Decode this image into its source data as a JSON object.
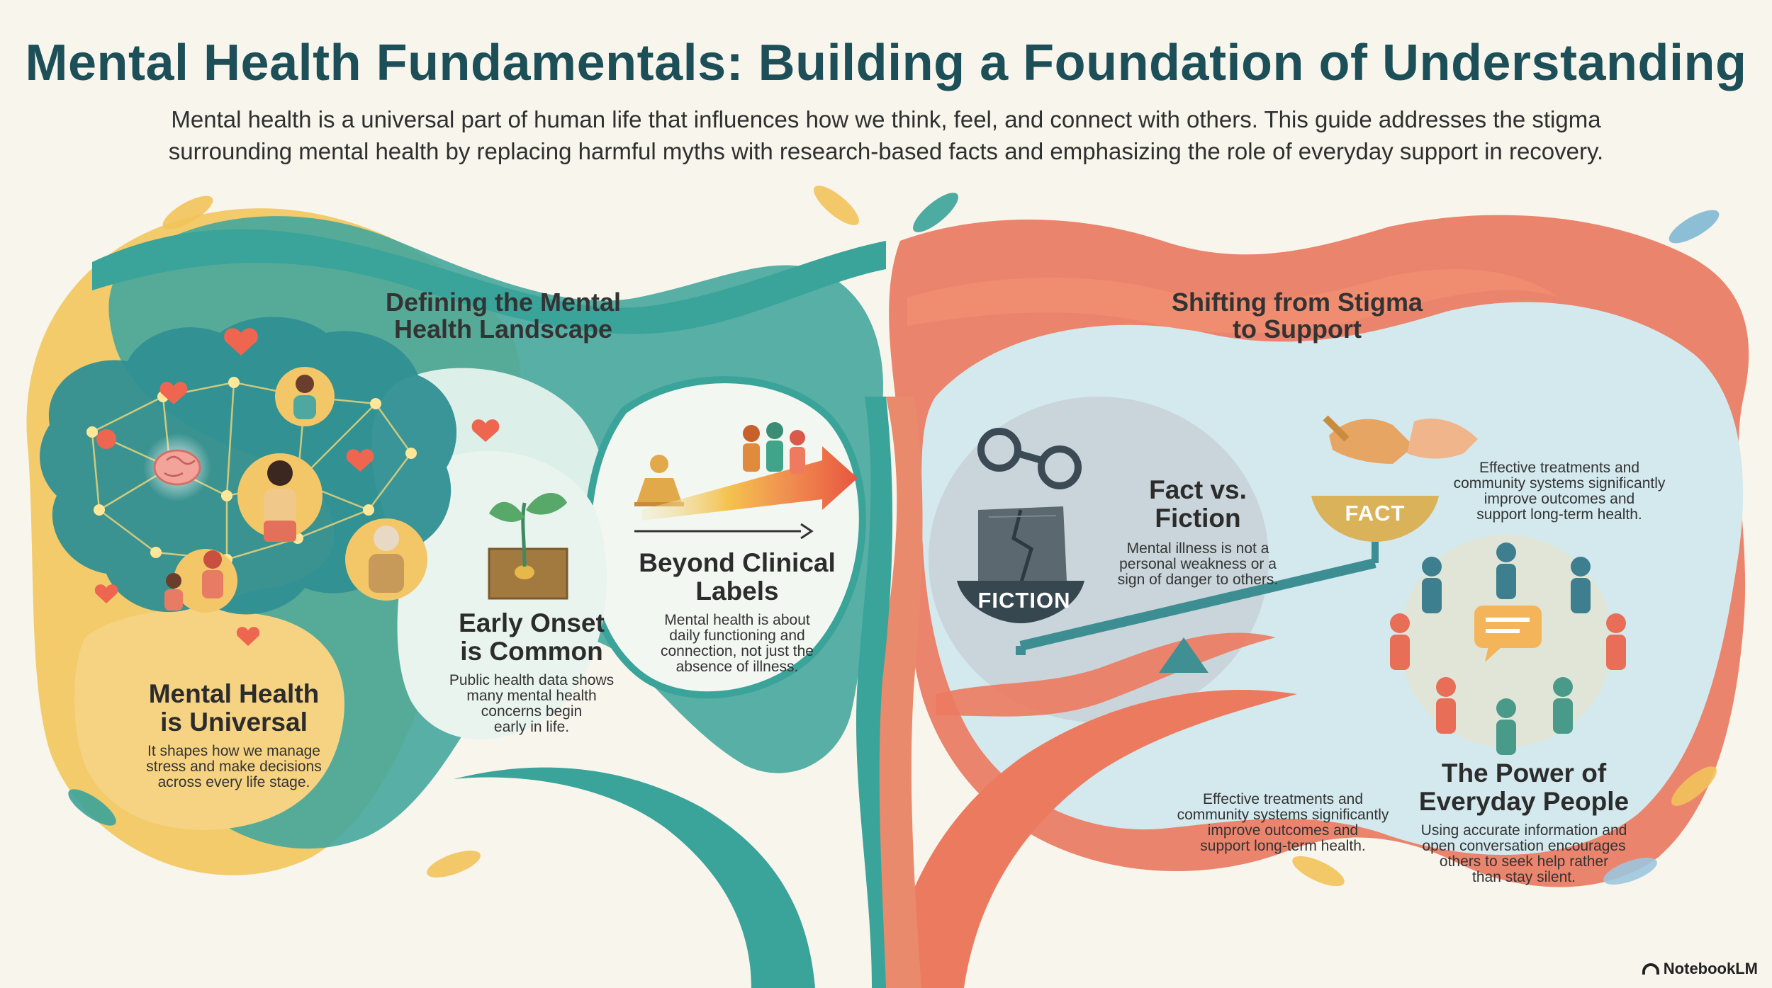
{
  "header": {
    "title": "Mental Health Fundamentals: Building a Foundation of Understanding",
    "subtitle_line1": "Mental health is a universal part of human life that influences how we think, feel, and connect with others. This guide addresses the stigma",
    "subtitle_line2": "surrounding mental health by replacing harmful myths with research-based facts and emphasizing the role of everyday support in recovery."
  },
  "left": {
    "section_title_line1": "Defining the Mental",
    "section_title_line2": "Health Landscape",
    "universal": {
      "title_line1": "Mental Health",
      "title_line2": "is Universal",
      "body_line1": "It shapes how we manage",
      "body_line2": "stress and make decisions",
      "body_line3": "across every life stage."
    },
    "onset": {
      "title_line1": "Early Onset",
      "title_line2": "is Common",
      "body_line1": "Public health data shows",
      "body_line2": "many mental health",
      "body_line3": "concerns begin",
      "body_line4": "early in life."
    },
    "labels": {
      "title_line1": "Beyond Clinical",
      "title_line2": "Labels",
      "body_line1": "Mental health is about",
      "body_line2": "daily functioning and",
      "body_line3": "connection, not just the",
      "body_line4": "absence of illness."
    }
  },
  "right": {
    "section_title_line1": "Shifting from Stigma",
    "section_title_line2": "to Support",
    "fact_fiction": {
      "title_line1": "Fact vs.",
      "title_line2": "Fiction",
      "body_line1": "Mental illness is not a",
      "body_line2": "personal weakness or a",
      "body_line3": "sign of danger to others."
    },
    "scale_fiction_label": "FICTION",
    "scale_fact_label": "FACT",
    "fact_note": {
      "line1": "Effective treatments and",
      "line2": "community systems significantly",
      "line3": "improve outcomes and",
      "line4": "support long-term health."
    },
    "treatment_note": {
      "line1": "Effective treatments and",
      "line2": "community systems significantly",
      "line3": "improve outcomes and",
      "line4": "support long-term health."
    },
    "power": {
      "title_line1": "The Power of",
      "title_line2": "Everyday People",
      "body_line1": "Using accurate information and",
      "body_line2": "open conversation encourages",
      "body_line3": "others to seek help rather",
      "body_line4": "than stay silent."
    }
  },
  "footer": {
    "brand": "NotebookLM"
  },
  "colors": {
    "teal": "#3aa39a",
    "coral": "#ec7a5f",
    "gold": "#efc25c",
    "navy": "#1d4f58",
    "lightblue": "#cfe6ec"
  },
  "icons": [
    "brain-icon",
    "heart-icon",
    "people-network-icon",
    "seedling-icon",
    "meditation-icon",
    "progress-arrow-icon",
    "handcuffs-icon",
    "broken-stone-icon",
    "handshake-icon",
    "balance-scale-icon",
    "community-circle-icon",
    "chat-bubble-icon"
  ]
}
